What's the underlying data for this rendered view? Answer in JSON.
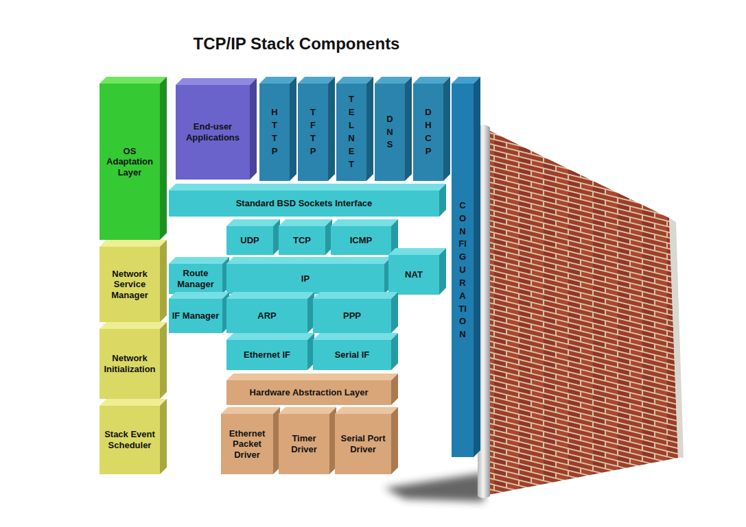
{
  "diagram": {
    "title": "TCP/IP Stack Components",
    "nodes": [
      {
        "text": [
          "OS Adaptation Layer"
        ]
      },
      {
        "text": [
          "End-user Applications"
        ]
      },
      {
        "text": [
          "HTTP"
        ]
      },
      {
        "text": [
          "TFTP"
        ]
      },
      {
        "text": [
          "TELNET"
        ]
      },
      {
        "text": [
          "DNS"
        ]
      },
      {
        "text": [
          "DHCP"
        ]
      },
      {
        "text": [
          "CONFIGURATION"
        ]
      },
      {
        "text": [
          "Standard BSD Sockets Interface"
        ]
      },
      {
        "text": [
          "UDP"
        ]
      },
      {
        "text": [
          "TCP"
        ]
      },
      {
        "text": [
          "ICMP"
        ]
      },
      {
        "text": [
          "Network Service Manager"
        ]
      },
      {
        "text": [
          "Route Manager"
        ]
      },
      {
        "text": [
          "IP"
        ]
      },
      {
        "text": [
          "NAT"
        ]
      },
      {
        "text": [
          "IF Manager"
        ]
      },
      {
        "text": [
          "ARP"
        ]
      },
      {
        "text": [
          "PPP"
        ]
      },
      {
        "text": [
          "Network Initialization"
        ]
      },
      {
        "text": [
          "Ethernet IF"
        ]
      },
      {
        "text": [
          "Serial IF"
        ]
      },
      {
        "text": [
          "Hardware Abstraction Layer"
        ]
      },
      {
        "text": [
          "Stack Event Scheduler"
        ]
      },
      {
        "text": [
          "Ethernet Packet Driver"
        ]
      },
      {
        "text": [
          "Timer Driver"
        ]
      },
      {
        "text": [
          "Serial Port Driver"
        ]
      }
    ]
  }
}
